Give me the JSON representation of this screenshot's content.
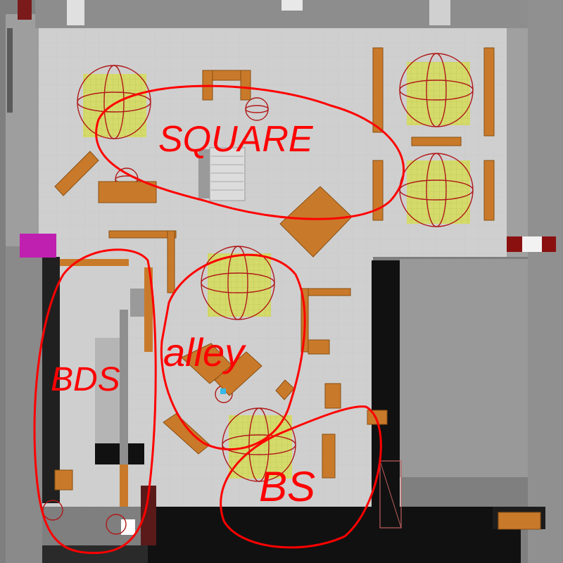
{
  "map": {
    "colors": {
      "outside": "#7f7f7f",
      "floor": "#cfcfcf",
      "wall_dark": "#1a1a1a",
      "wall_light": "#9e9e9e",
      "crate": "#c87a2a",
      "crate_shade": "#a65f18",
      "site_fill": "#d4db6a",
      "site_sphere": "#b01818",
      "annotation": "#ff0000",
      "marker_magenta": "#c020b0",
      "marker_red": "#8a1010"
    },
    "annotations": [
      {
        "name": "square",
        "label": "SQUARE"
      },
      {
        "name": "alley",
        "label": "alley"
      },
      {
        "name": "bds",
        "label": "BDS"
      },
      {
        "name": "bs",
        "label": "BS"
      }
    ]
  }
}
